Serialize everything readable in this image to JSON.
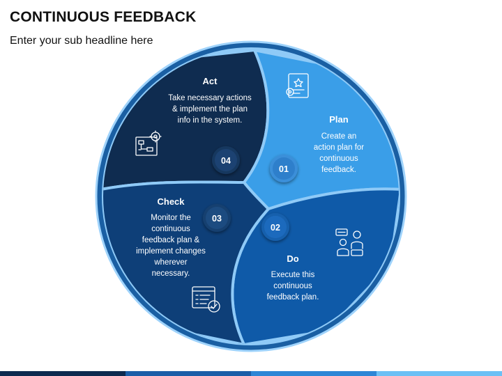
{
  "header": {
    "title": "CONTINUOUS FEEDBACK",
    "subtitle": "Enter your sub headline here"
  },
  "colors": {
    "outer_ring": "#1a5fa3",
    "act": "#0e2a4d",
    "plan": "#3399e6",
    "do": "#0f5aa8",
    "check": "#0e3f78",
    "badge": "#1a3a66"
  },
  "segments": [
    {
      "number": "01",
      "title": "Plan",
      "lines": [
        "Create an",
        "action plan for",
        "continuous",
        "feedback."
      ],
      "icon": "plan-document-icon"
    },
    {
      "number": "02",
      "title": "Do",
      "lines": [
        "Execute this",
        "continuous",
        "feedback plan."
      ],
      "icon": "people-chat-icon"
    },
    {
      "number": "03",
      "title": "Check",
      "lines": [
        "Monitor the",
        "continuous",
        "feedback plan &",
        "implement changes",
        "wherever",
        "necessary."
      ],
      "icon": "checklist-icon"
    },
    {
      "number": "04",
      "title": "Act",
      "lines": [
        "Take necessary actions",
        "& implement the plan",
        "info in the system."
      ],
      "icon": "flowchart-gear-icon"
    }
  ]
}
